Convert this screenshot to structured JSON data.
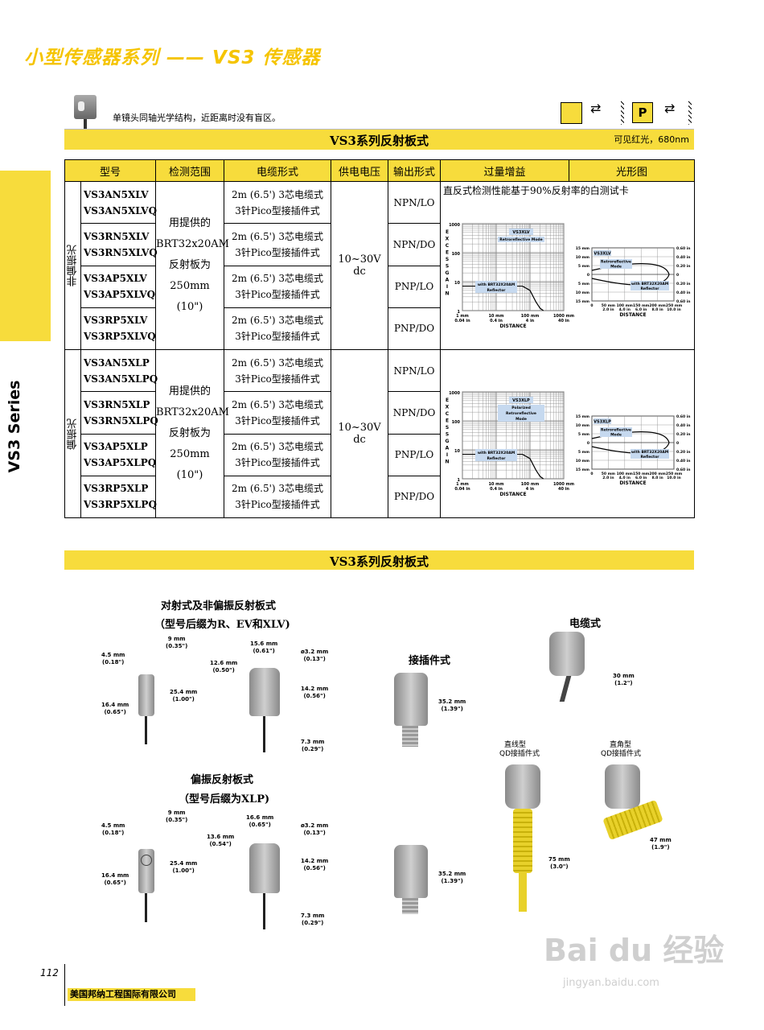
{
  "header": {
    "title": "小型传感器系列 —— VS3 传感器"
  },
  "side_tab": {
    "label": "VS3 Series"
  },
  "intro": {
    "description": "单镜头同轴光学结构，近距离时没有盲区。"
  },
  "section1": {
    "title": "VS3系列反射板式",
    "light": "可见红光，680nm",
    "icon_p": "P"
  },
  "table": {
    "headers": [
      "型号",
      "检测范围",
      "电缆形式",
      "供电电压",
      "输出形式",
      "过量增益",
      "光形图"
    ],
    "note": "直反式检测性能基于90%反射率的白测试卡",
    "groups": [
      {
        "label": "非偏振光",
        "range": [
          "用提供的",
          "BRT32x20AM",
          "反射板为",
          "250mm (10\")"
        ],
        "supply": "10~30V dc",
        "rows": [
          {
            "models": [
              "VS3AN5XLV",
              "VS3AN5XLVQ"
            ],
            "cable": [
              "2m (6.5') 3芯电缆式",
              "3针Pico型接插件式"
            ],
            "output": "NPN/LO"
          },
          {
            "models": [
              "VS3RN5XLV",
              "VS3RN5XLVQ"
            ],
            "cable": [
              "2m (6.5') 3芯电缆式",
              "3针Pico型接插件式"
            ],
            "output": "NPN/DO"
          },
          {
            "models": [
              "VS3AP5XLV",
              "VS3AP5XLVQ"
            ],
            "cable": [
              "2m (6.5') 3芯电缆式",
              "3针Pico型接插件式"
            ],
            "output": "PNP/LO"
          },
          {
            "models": [
              "VS3RP5XLV",
              "VS3RP5XLVQ"
            ],
            "cable": [
              "2m (6.5') 3芯电缆式",
              "3针Pico型接插件式"
            ],
            "output": "PNP/DO"
          }
        ]
      },
      {
        "label": "偏振光",
        "range": [
          "用提供的",
          "BRT32x20AM",
          "反射板为",
          "250mm (10\")"
        ],
        "supply": "10~30V dc",
        "rows": [
          {
            "models": [
              "VS3AN5XLP",
              "VS3AN5XLPQ"
            ],
            "cable": [
              "2m (6.5') 3芯电缆式",
              "3针Pico型接插件式"
            ],
            "output": "NPN/LO"
          },
          {
            "models": [
              "VS3RN5XLP",
              "VS3RN5XLPQ"
            ],
            "cable": [
              "2m (6.5') 3芯电缆式",
              "3针Pico型接插件式"
            ],
            "output": "NPN/DO"
          },
          {
            "models": [
              "VS3AP5XLP",
              "VS3AP5XLPQ"
            ],
            "cable": [
              "2m (6.5') 3芯电缆式",
              "3针Pico型接插件式"
            ],
            "output": "PNP/LO"
          },
          {
            "models": [
              "VS3RP5XLP",
              "VS3RP5XLPQ"
            ],
            "cable": [
              "2m (6.5') 3芯电缆式",
              "3针Pico型接插件式"
            ],
            "output": "PNP/DO"
          }
        ]
      }
    ]
  },
  "charts": {
    "gain_ylabel": "EXCESS GAIN",
    "gain_yticks": [
      "1000",
      "100",
      "10",
      "1"
    ],
    "gain_xticks": [
      [
        "1 mm",
        "0.04 in"
      ],
      [
        "10 mm",
        "0.4 in"
      ],
      [
        "100 mm",
        "4 in"
      ],
      [
        "1000 mm",
        "40 in"
      ]
    ],
    "xlabel": "DISTANCE",
    "reflector": [
      "with BRT32X20AM",
      "Reflector"
    ],
    "beam_left": [
      "15 mm",
      "10 mm",
      "5 mm",
      "0",
      "5 mm",
      "10 mm",
      "15 mm"
    ],
    "beam_right": [
      "0.60 in",
      "0.40 in",
      "0.20 in",
      "0",
      "0.20 in",
      "0.40 in",
      "0.60 in"
    ],
    "beam_xticks": [
      [
        "0",
        ""
      ],
      [
        "50 mm",
        "2.0 in"
      ],
      [
        "100 mm",
        "4.0 in"
      ],
      [
        "150 mm",
        "6.0 in"
      ],
      [
        "200 mm",
        "8.0 in"
      ],
      [
        "250 mm",
        "10.0 in"
      ]
    ],
    "top_model": "VS3XLV",
    "top_mode": [
      "Retroreflective Mode"
    ],
    "top_beam_mode": [
      "Retroreflective",
      "Mode"
    ],
    "bottom_model": "VS3XLP",
    "bottom_mode": [
      "Polarized",
      "Retroreflective",
      "Mode"
    ],
    "bottom_beam_mode": [
      "Retroreflective",
      "Mode"
    ]
  },
  "section2": {
    "title": "VS3系列反射板式"
  },
  "diagrams": {
    "title1": [
      "对射式及非偏振反射板式",
      "（型号后缀为R、EV和XLV)"
    ],
    "title2": [
      "偏振反射板式",
      "（型号后缀为XLP)"
    ],
    "plug": "接插件式",
    "cable": "电缆式",
    "straight": [
      "直线型",
      "QD接插件式"
    ],
    "angle": [
      "直角型",
      "QD接插件式"
    ],
    "dims1": {
      "d45": [
        "4.5 mm",
        "(0.18\")"
      ],
      "d9": [
        "9 mm",
        "(0.35\")"
      ],
      "d164": [
        "16.4 mm",
        "(0.65\")"
      ],
      "d254": [
        "25.4 mm",
        "(1.00\")"
      ],
      "d156": [
        "15.6 mm",
        "(0.61\")"
      ],
      "d126": [
        "12.6 mm",
        "(0.50\")"
      ],
      "d32": [
        "ø3.2 mm",
        "(0.13\")"
      ],
      "d142": [
        "14.2 mm",
        "(0.56\")"
      ],
      "d73": [
        "7.3 mm",
        "(0.29\")"
      ]
    },
    "dims2": {
      "d45": [
        "4.5 mm",
        "(0.18\")"
      ],
      "d9": [
        "9 mm",
        "(0.35\")"
      ],
      "d164": [
        "16.4 mm",
        "(0.65\")"
      ],
      "d254": [
        "25.4 mm",
        "(1.00\")"
      ],
      "d166": [
        "16.6 mm",
        "(0.65\")"
      ],
      "d136": [
        "13.6 mm",
        "(0.54\")"
      ],
      "d32": [
        "ø3.2 mm",
        "(0.13\")"
      ],
      "d142": [
        "14.2 mm",
        "(0.56\")"
      ],
      "d73": [
        "7.3 mm",
        "(0.29\")"
      ]
    },
    "d352": [
      "35.2 mm",
      "(1.39\")"
    ],
    "d30": [
      "30 mm",
      "(1.2\")"
    ],
    "d75": [
      "75 mm",
      "(3.0\")"
    ],
    "d47": [
      "47 mm",
      "(1.9\")"
    ]
  },
  "footer": {
    "page": "112",
    "company": "美国邦纳工程国际有限公司"
  },
  "watermark": {
    "text": "Bai du 经验",
    "url": "jingyan.baidu.com"
  }
}
